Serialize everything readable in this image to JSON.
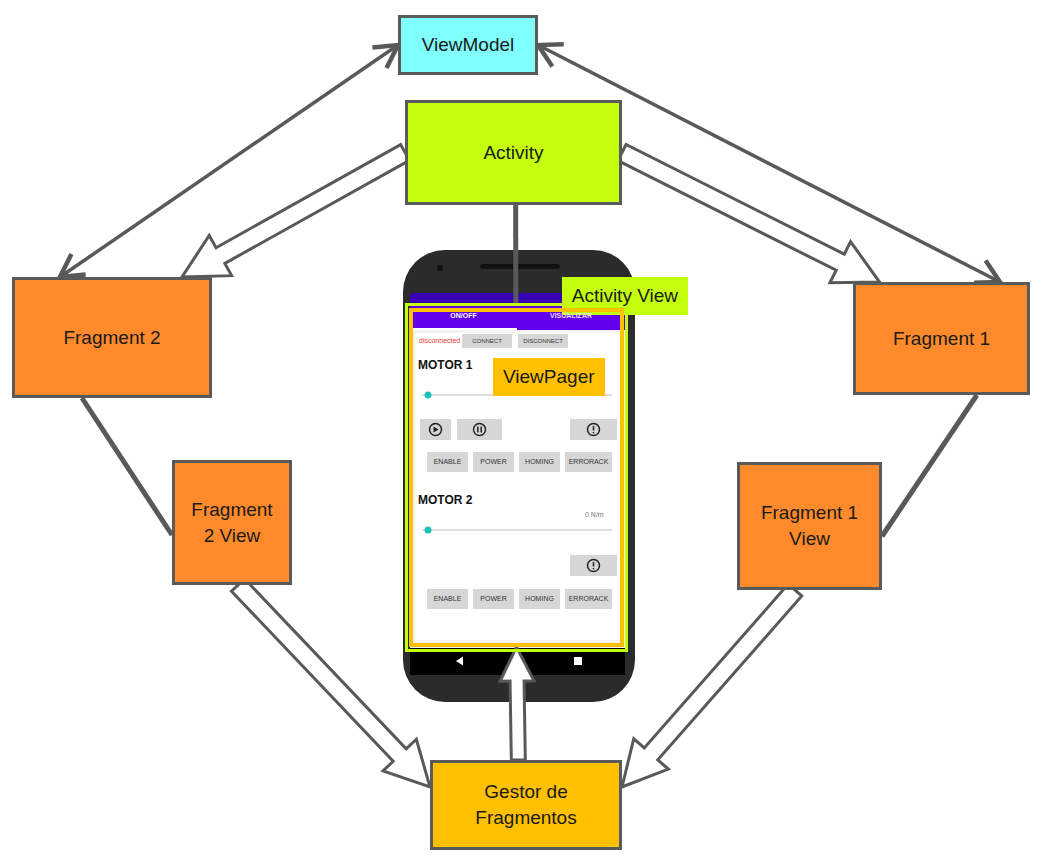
{
  "diagram": {
    "nodes": [
      {
        "text": [
          "ViewModel"
        ]
      },
      {
        "text": [
          "Activity"
        ]
      },
      {
        "text": [
          "Activity View"
        ]
      },
      {
        "text": [
          "ViewPager"
        ],
        "in": 2
      },
      {
        "text": [
          "Fragment 2"
        ]
      },
      {
        "text": [
          "Fragment 1"
        ]
      },
      {
        "text": [
          "Fragment 2 View"
        ]
      },
      {
        "text": [
          "Fragment 1 View"
        ]
      },
      {
        "text": [
          "Gestor de Fragmentos"
        ]
      }
    ],
    "edges": [
      {
        "from": 0,
        "to": 4,
        "arrow": "both"
      },
      {
        "from": 0,
        "to": 5,
        "arrow": "both"
      },
      {
        "from": 1,
        "to": 4,
        "arrow": "to"
      },
      {
        "from": 1,
        "to": 5,
        "arrow": "to"
      },
      {
        "from": 1,
        "to": 2,
        "arrow": "none"
      },
      {
        "from": 4,
        "to": 6,
        "arrow": "none"
      },
      {
        "from": 5,
        "to": 7,
        "arrow": "none"
      },
      {
        "from": 6,
        "to": 8,
        "arrow": "to"
      },
      {
        "from": 7,
        "to": 8,
        "arrow": "to"
      },
      {
        "from": 8,
        "to": 3,
        "arrow": "to"
      }
    ],
    "labels": [
      "ON/OFF",
      "VISUALIZAR",
      "disconnected",
      "CONNECT",
      "DISCONNECT",
      "MOTOR 1",
      "ENABLE",
      "POWER",
      "HOMING",
      "ERRORACK",
      "MOTOR 2",
      "0 N/m",
      "ENABLE",
      "POWER",
      "HOMING",
      "ERRORACK"
    ]
  }
}
